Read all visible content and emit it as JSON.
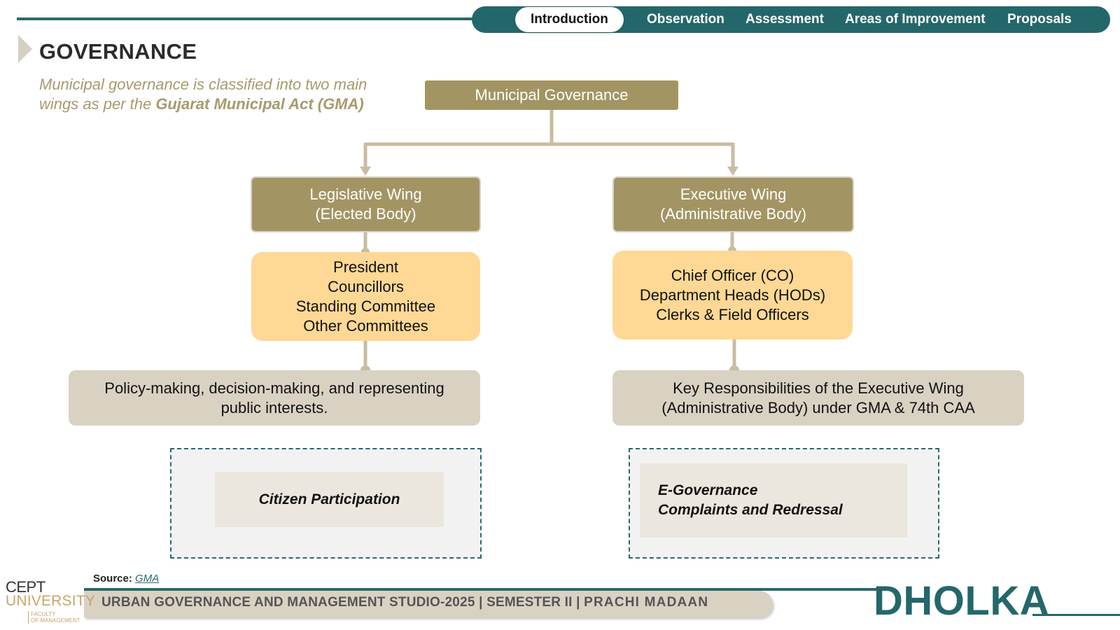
{
  "nav": {
    "items": [
      "Introduction",
      "Observation",
      "Assessment",
      "Areas of Improvement",
      "Proposals"
    ],
    "active": "Introduction"
  },
  "title": "GOVERNANCE",
  "subtitle": {
    "line1": "Municipal governance is classified into two main",
    "line2_prefix": "wings as per the ",
    "line2_bold": "Gujarat Municipal Act (GMA)"
  },
  "diagram": {
    "root": "Municipal Governance",
    "legislative": {
      "title_lines": [
        "Legislative Wing",
        "(Elected Body)"
      ],
      "members": [
        "President",
        "Councillors",
        "Standing Committee",
        "Other Committees"
      ],
      "role_lines": [
        "Policy-making, decision-making, and representing",
        "public interests."
      ],
      "focus": [
        "Citizen Participation"
      ]
    },
    "executive": {
      "title_lines": [
        "Executive Wing",
        "(Administrative Body)"
      ],
      "members": [
        "Chief Officer (CO)",
        "Department Heads (HODs)",
        "Clerks & Field Officers"
      ],
      "role_lines": [
        "Key Responsibilities of the Executive Wing",
        "(Administrative Body) under GMA & 74th CAA"
      ],
      "focus": [
        "E-Governance",
        "Complaints and Redressal"
      ]
    }
  },
  "footer": {
    "source_label": "Source:",
    "source_link": "GMA",
    "studio": "URBAN GOVERNANCE AND MANAGEMENT STUDIO-2025 | SEMESTER II | ",
    "author": "PRACHI MADAAN",
    "brand": "DHOLKA",
    "logo": {
      "line1": "CEPT",
      "line2": "UNIVERSITY",
      "line3": "FACULTY",
      "line4": "OF MANAGEMENT"
    }
  },
  "colors": {
    "teal": "#24676b",
    "olive": "#a39563",
    "yellow": "#fed894",
    "beige": "#d9d2c3"
  }
}
